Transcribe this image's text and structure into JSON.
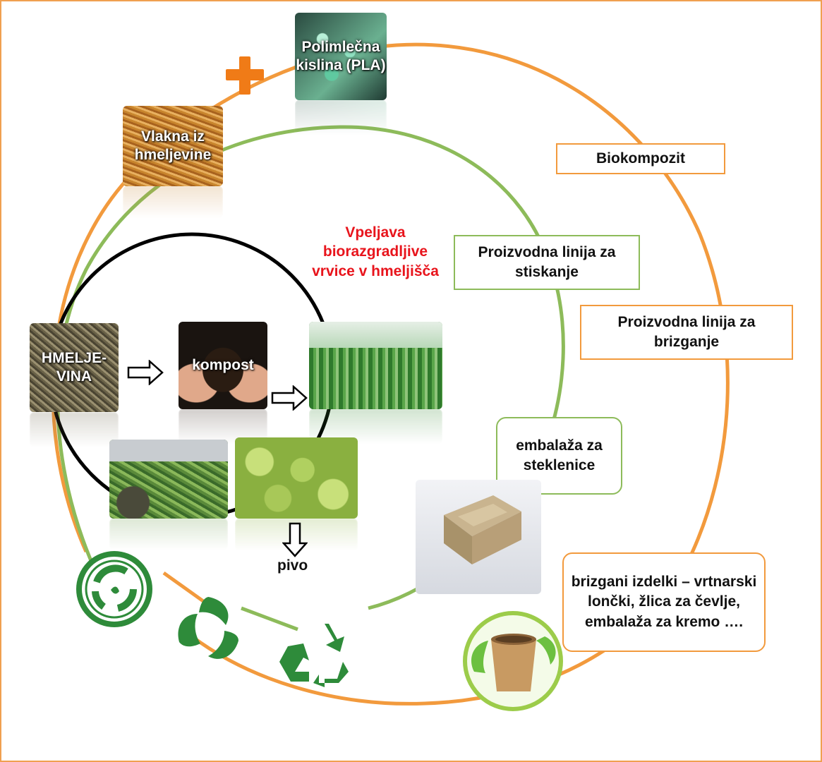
{
  "labels": {
    "biokompozit": "Biokompozit",
    "stiskanje": "Proizvodna linija za stiskanje",
    "brizganje": "Proizvodna linija za brizganje",
    "embalaza": "embalaža za steklenice",
    "izdelki": "brizgani izdelki – vrtnarski lončki, žlica za čevlje, embalaža za kremo ….",
    "vpeljava": "Vpeljava biorazgradljive vrvice v hmeljišča",
    "pivo": "pivo"
  },
  "photos": {
    "pla": "Polimlečna kislina (PLA)",
    "vlakna": "Vlakna iz hmeljevine",
    "hmeljevina": "HMELJE-VINA",
    "kompost": "kompost"
  },
  "colors": {
    "orange_ring": "#f29a3d",
    "green_ring": "#8dbb5a",
    "black_ring": "#000000",
    "red_text": "#e8141c",
    "recycle_green": "#2e8b3a"
  }
}
